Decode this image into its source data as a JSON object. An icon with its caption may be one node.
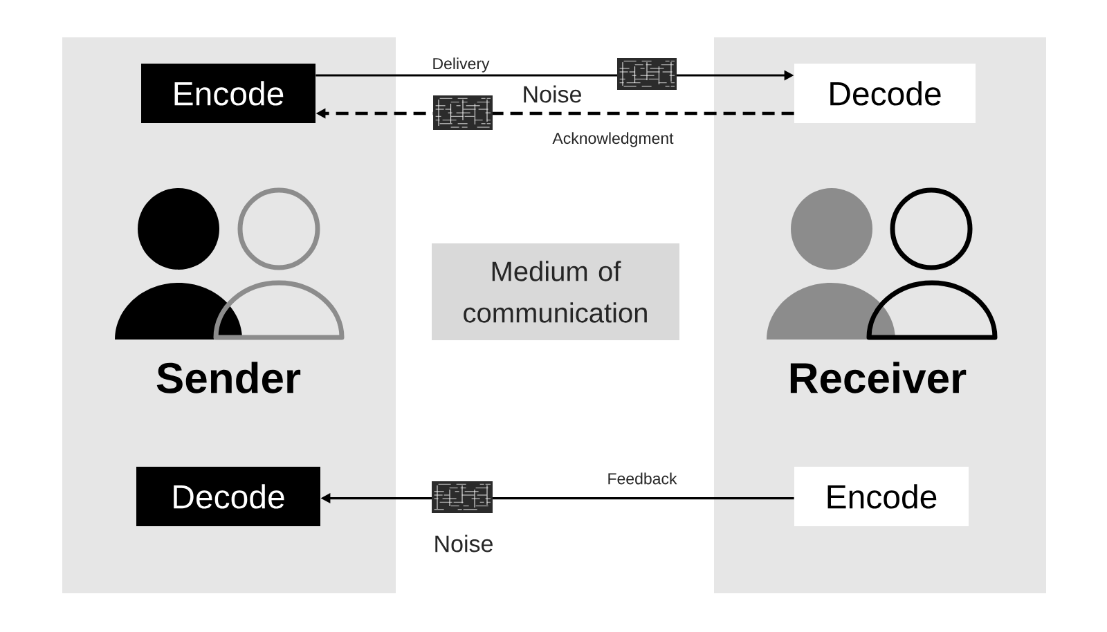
{
  "diagram": {
    "nodes": [
      {
        "text": [
          "Sender"
        ]
      },
      {
        "text": [
          "Encode"
        ],
        "in": 0
      },
      {
        "text": [
          "Decode"
        ],
        "in": 0
      },
      {
        "text": [
          "Receiver"
        ]
      },
      {
        "text": [
          "Decode"
        ],
        "in": 3
      },
      {
        "text": [
          "Encode"
        ],
        "in": 3
      },
      {
        "text": [
          "Medium of communication"
        ]
      }
    ],
    "edges": [
      {
        "from": 1,
        "to": 4,
        "arrow": "to",
        "label": "Delivery"
      },
      {
        "from": 4,
        "to": 1,
        "arrow": "to",
        "label": "Acknowledgment",
        "style": "dashed"
      },
      {
        "from": 5,
        "to": 2,
        "arrow": "to",
        "label": "Feedback"
      }
    ],
    "labels": [
      "Noise",
      "Noise"
    ]
  }
}
